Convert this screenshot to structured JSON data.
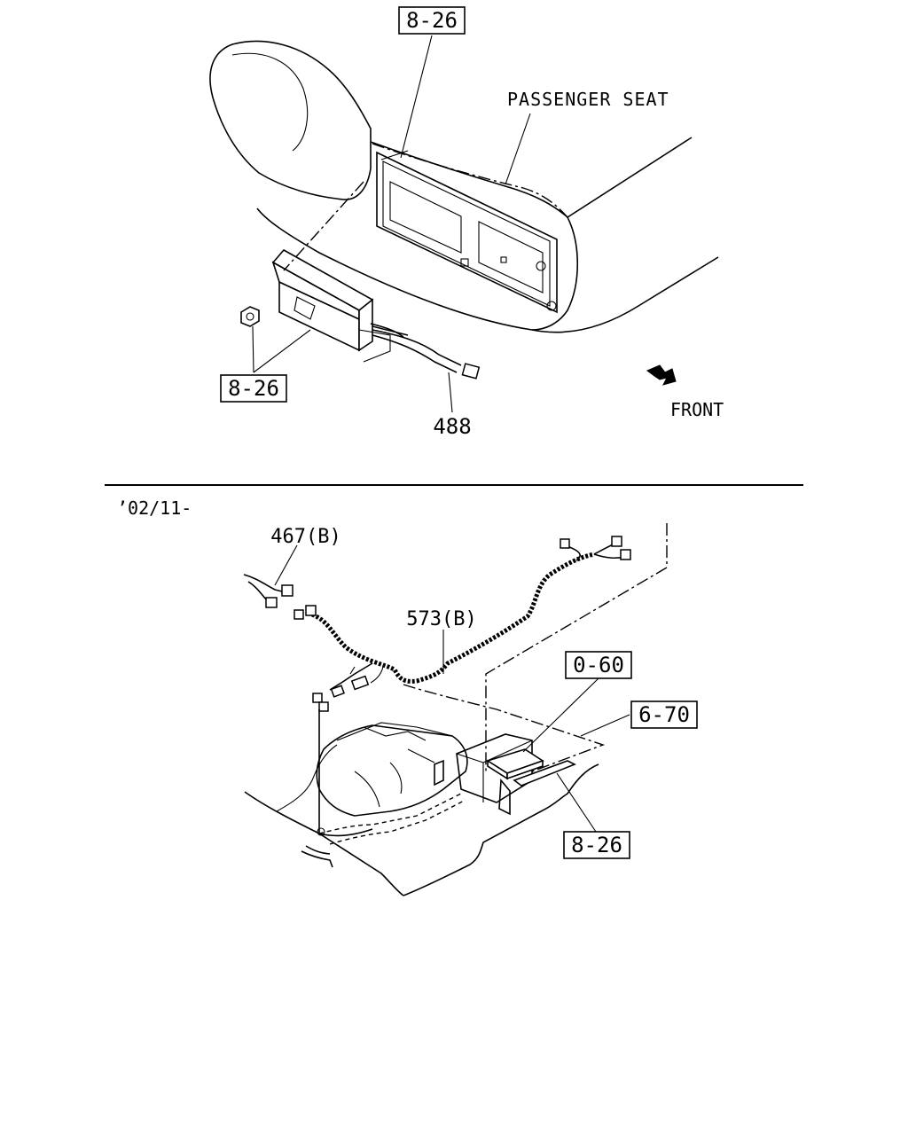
{
  "top_view": {
    "ref_top": "8-26",
    "passenger_seat_label": "PASSENGER SEAT",
    "ref_bottom": "8-26",
    "part_488": "488",
    "front_label": "FRONT"
  },
  "bottom_view": {
    "date_code": "’02/11-",
    "part_467b": "467(B)",
    "part_573b": "573(B)",
    "ref_0_60": "0-60",
    "ref_6_70": "6-70",
    "ref_8_26": "8-26"
  },
  "icons": {
    "front_arrow": "arrow-down-right-icon"
  }
}
